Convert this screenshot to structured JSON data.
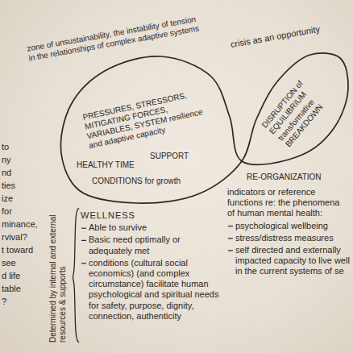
{
  "diagram": {
    "labels": [
      "zone of unsustainability, the instability of tension in the relationships of complex adaptive systems",
      "PRESSURES, STRESSORS, MITIGATING FORCES, VARIABLES, SYSTEM resilience and adaptive capacity",
      "crisis as an opportunity",
      "DISRUPTION of EQUILIBRIUM",
      "transformative BREAKDOWN",
      "HEALTHY TIME",
      "SUPPORT",
      "CONDITIONS for growth",
      "RE-ORGANIZATION",
      "to",
      "ny",
      "nd",
      "ties",
      "ize",
      "for",
      "minance,",
      "rvival?",
      "t toward",
      "see",
      "d life",
      "table",
      "?",
      "Determined by internal and external resources & supports",
      "WELLNESS",
      "Able to survive",
      "Basic need optimally or adequately met",
      "conditions (cultural social economics) (and complex circumstance) facilitate human psychological and spiritual needs for safety, purpose, dignity, connection, authenticity",
      "indicators or reference functions re: the phenomena of human mental health:",
      "psychological wellbeing",
      "stress/distress measures",
      "self directed and externally impacted capacity to live well in the current systems of se"
    ]
  }
}
